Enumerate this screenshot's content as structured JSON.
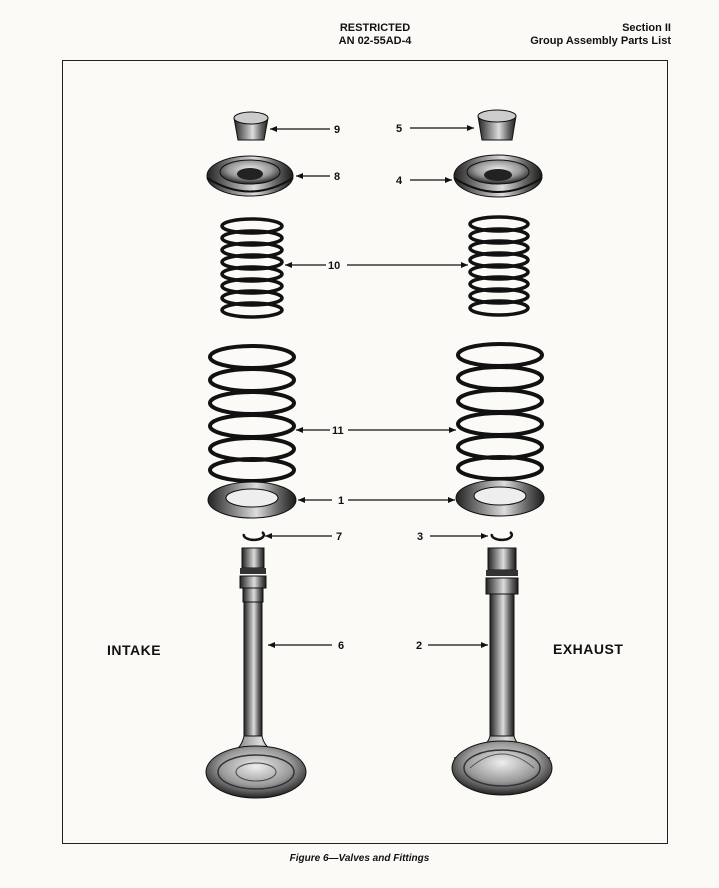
{
  "header": {
    "classification": "RESTRICTED",
    "document_number": "AN 02-55AD-4",
    "section": "Section II",
    "section_title": "Group Assembly Parts List"
  },
  "labels": {
    "intake": "INTAKE",
    "exhaust": "EXHAUST"
  },
  "callouts": {
    "c9": "9",
    "c5": "5",
    "c8": "8",
    "c4": "4",
    "c10": "10",
    "c11": "11",
    "c1": "1",
    "c7": "7",
    "c3": "3",
    "c6": "6",
    "c2": "2"
  },
  "caption": "Figure 6—Valves and Fittings"
}
